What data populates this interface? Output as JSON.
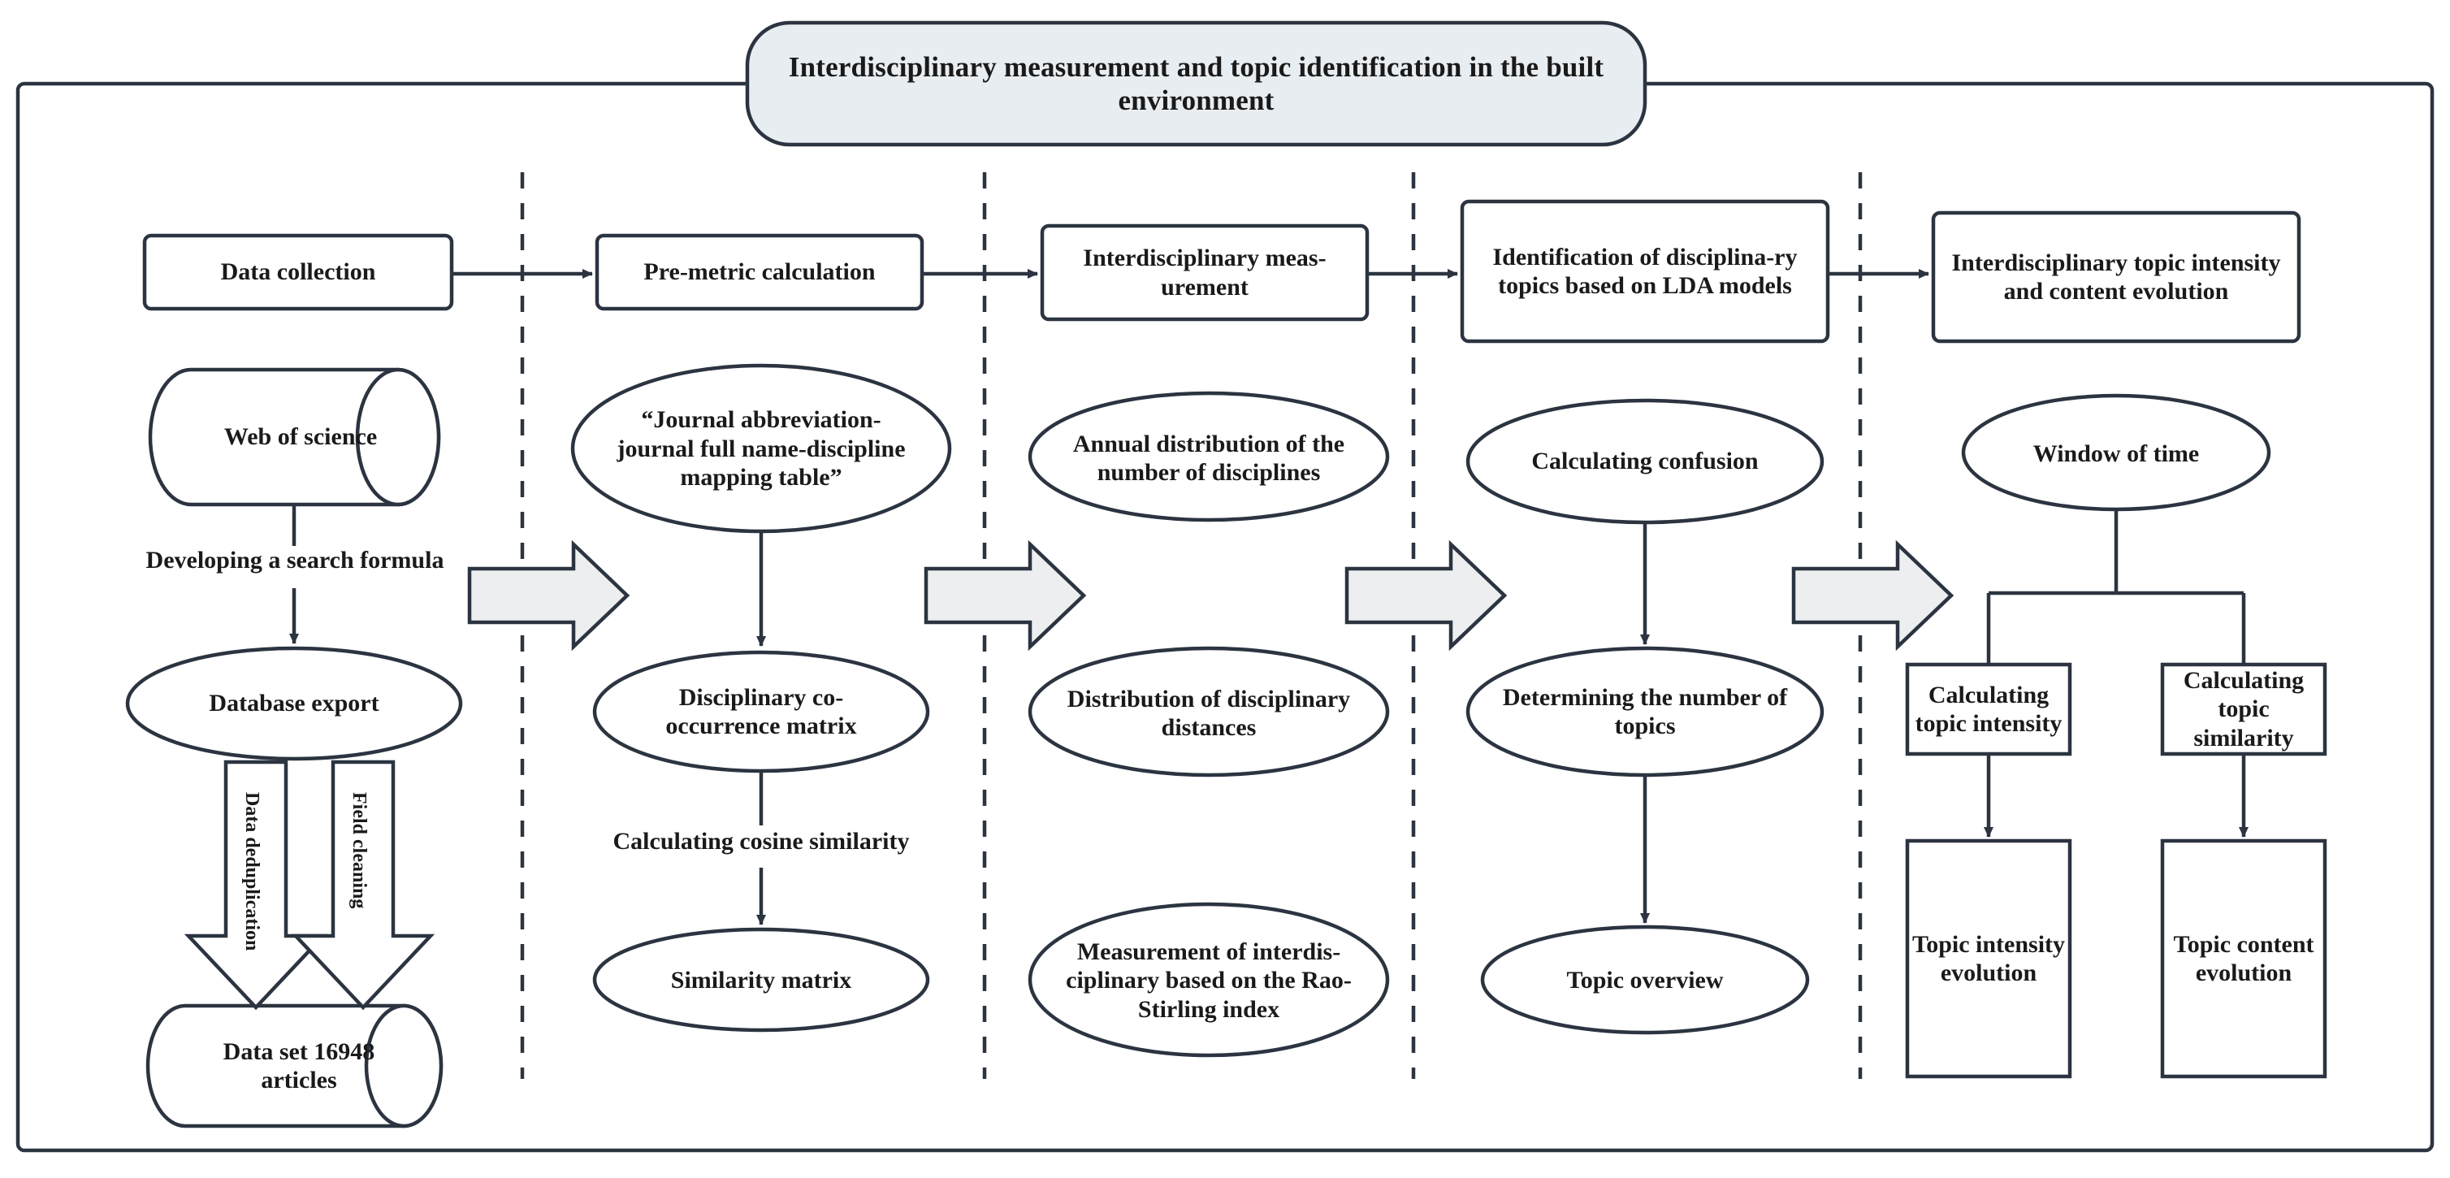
{
  "figure": {
    "title": "Interdisciplinary measurement and topic identification in the built environment",
    "colors": {
      "stroke": "#2b3440",
      "title_fill": "#e8edf1",
      "block_arrow_fill": "#eceef0",
      "shape_fill": "#ffffff",
      "text": "#1a1a1a"
    }
  },
  "stages": [
    {
      "id": "stage-1",
      "header": "Data collection",
      "nodes": [
        {
          "id": "web-of-science",
          "shape": "cylinder",
          "label": "Web of science"
        },
        {
          "id": "database-export",
          "shape": "ellipse",
          "label": "Database export"
        },
        {
          "id": "data-set",
          "shape": "cylinder",
          "label": "Data set 16948 articles"
        }
      ],
      "edge_labels": [
        {
          "id": "developing-search-formula",
          "label": "Developing a search formula"
        },
        {
          "id": "data-deduplication",
          "label": "Data deduplication"
        },
        {
          "id": "field-cleaning",
          "label": "Field cleaning"
        }
      ]
    },
    {
      "id": "stage-2",
      "header": "Pre-metric calculation",
      "nodes": [
        {
          "id": "mapping-table",
          "shape": "ellipse",
          "label": "“Journal abbreviation-journal full name-discipline mapping table”"
        },
        {
          "id": "co-occurrence-matrix",
          "shape": "ellipse",
          "label": "Disciplinary co-occurrence matrix"
        },
        {
          "id": "similarity-matrix",
          "shape": "ellipse",
          "label": "Similarity matrix"
        }
      ],
      "edge_labels": [
        {
          "id": "calculating-cosine-similarity",
          "label": "Calculating cosine similarity"
        }
      ]
    },
    {
      "id": "stage-3",
      "header": "Interdisciplinary meas-urement",
      "nodes": [
        {
          "id": "annual-distribution",
          "shape": "ellipse",
          "label": "Annual distribution of the number of disciplines"
        },
        {
          "id": "distance-distribution",
          "shape": "ellipse",
          "label": "Distribution of disciplinary distances"
        },
        {
          "id": "rao-stirling",
          "shape": "ellipse",
          "label": "Measurement of interdis-ciplinary based on the Rao-Stirling index"
        }
      ],
      "edge_labels": []
    },
    {
      "id": "stage-4",
      "header": "Identification of disciplina-ry topics based on LDA models",
      "nodes": [
        {
          "id": "calculating-confusion",
          "shape": "ellipse",
          "label": "Calculating confusion"
        },
        {
          "id": "determining-num-topics",
          "shape": "ellipse",
          "label": "Determining the number of topics"
        },
        {
          "id": "topic-overview",
          "shape": "ellipse",
          "label": "Topic overview"
        }
      ],
      "edge_labels": []
    },
    {
      "id": "stage-5",
      "header": "Interdisciplinary topic intensity and content evolution",
      "nodes": [
        {
          "id": "window-of-time",
          "shape": "ellipse",
          "label": "Window of time"
        },
        {
          "id": "calc-topic-intensity",
          "shape": "rect",
          "label": "Calculating topic intensity"
        },
        {
          "id": "calc-topic-similarity",
          "shape": "rect",
          "label": "Calculating topic similarity"
        },
        {
          "id": "topic-intensity-evolution",
          "shape": "rect",
          "label": "Topic intensity evolution"
        },
        {
          "id": "topic-content-evolution",
          "shape": "rect",
          "label": "Topic content evolution"
        }
      ],
      "edge_labels": []
    }
  ]
}
